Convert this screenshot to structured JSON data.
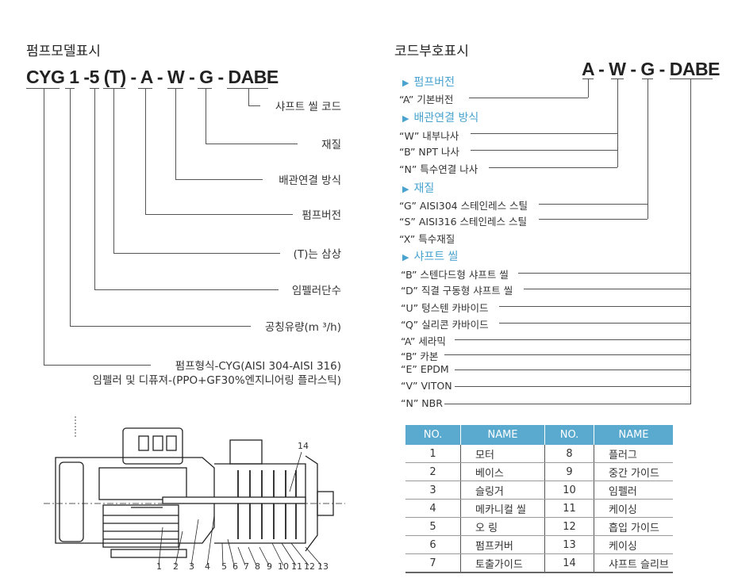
{
  "model": {
    "title": "펌프모델표시",
    "segments": [
      "CYG",
      "1",
      "-",
      "5",
      "(T)",
      "-",
      "A",
      "-",
      "W",
      "-",
      "G",
      "-",
      "DABE"
    ],
    "labels": {
      "seal": "샤프트 씰 코드",
      "material": "재질",
      "connection": "배관연결 방식",
      "version": "펌프버전",
      "three_phase": "(T)는 삼상",
      "stages": "임펠러단수",
      "flow": "공칭유량(m ³/h)",
      "type_line1": "펌프형식-CYG(AISI 304-AISI 316)",
      "type_line2": "임펠러 및 디퓨져-(PPO+GF30%엔지니어링 플라스틱)"
    }
  },
  "codes": {
    "title": "코드부호표시",
    "segments": [
      "A",
      "-",
      "W",
      "-",
      "G",
      "-",
      "DABE"
    ],
    "sections": [
      {
        "heading": "펌프버전",
        "items": [
          "“A” 기본버전"
        ]
      },
      {
        "heading": "배관연결 방식",
        "items": [
          "“W” 내부나사",
          "“B” NPT 나사",
          "“N” 특수연결 나사"
        ]
      },
      {
        "heading": "재질",
        "items": [
          "“G” AISI304 스테인레스 스틸",
          "“S” AISI316 스테인레스 스틸",
          "“X” 특수재질"
        ]
      },
      {
        "heading": "샤프트 씰",
        "items": [
          "“B” 스텐다드형 샤프트 씰",
          "“D” 직결 구동형 샤프트 씰",
          "“U” 텅스텐 카바이드",
          "“Q” 실리콘 카바이드",
          "“A” 세라믹",
          "“B” 카본",
          "“E” EPDM",
          "“V” VITON",
          "“N” NBR"
        ]
      }
    ],
    "heading_marker": "▶"
  },
  "parts_table": {
    "headers": [
      "NO.",
      "NAME",
      "NO.",
      "NAME"
    ],
    "rows": [
      [
        "1",
        "모터",
        "8",
        "플러그"
      ],
      [
        "2",
        "베이스",
        "9",
        "중간 가이드"
      ],
      [
        "3",
        "슬링거",
        "10",
        "임펠러"
      ],
      [
        "4",
        "메카니컬 씰",
        "11",
        "케이싱"
      ],
      [
        "5",
        "오 링",
        "12",
        "흡입 가이드"
      ],
      [
        "6",
        "펌프커버",
        "13",
        "케이싱"
      ],
      [
        "7",
        "토출가이드",
        "14",
        "샤프트 슬리브"
      ]
    ]
  },
  "drawing": {
    "callouts": [
      "1",
      "2",
      "3",
      "4",
      "5",
      "6",
      "7",
      "8",
      "9",
      "10",
      "11",
      "12",
      "13",
      "14"
    ]
  },
  "colors": {
    "accent": "#4aa3cf",
    "table_header": "#5aa9cf"
  }
}
